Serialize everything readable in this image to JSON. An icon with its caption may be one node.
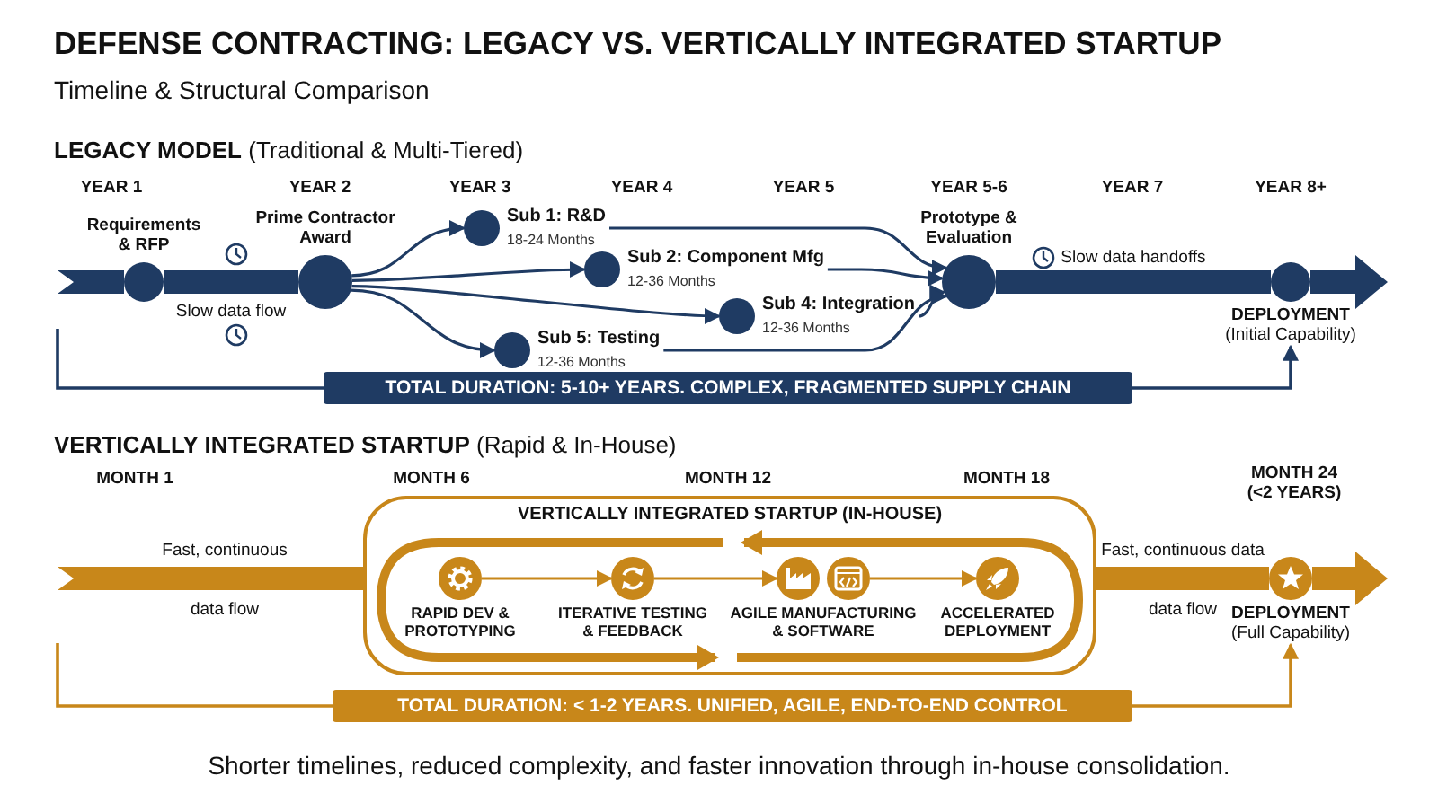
{
  "diagram": {
    "title": "DEFENSE CONTRACTING: LEGACY VS. VERTICALLY INTEGRATED STARTUP",
    "caption": "Shorter timelines, reduced complexity, and faster innovation through in-house consolidation.",
    "nodes": [
      {
        "text": [
          "Requirements & RFP"
        ]
      },
      {
        "text": [
          "Prime Contractor Award"
        ]
      },
      {
        "text": [
          "Sub 1: R&D"
        ],
        "beside": [
          "18-24 Months"
        ]
      },
      {
        "text": [
          "Sub 2: Component Mfg"
        ],
        "beside": [
          "12-36 Months"
        ]
      },
      {
        "text": [
          "Sub 4: Integration"
        ],
        "beside": [
          "12-36 Months"
        ]
      },
      {
        "text": [
          "Sub 5: Testing"
        ],
        "beside": [
          "12-36 Months"
        ]
      },
      {
        "text": [
          "Prototype & Evaluation"
        ]
      },
      {
        "text": [
          "DEPLOYMENT",
          "(Initial Capability)"
        ]
      },
      {
        "text": [
          "TOTAL DURATION: 5-10+ YEARS. COMPLEX, FRAGMENTED SUPPLY CHAIN"
        ]
      },
      {
        "text": [
          "VERTICALLY INTEGRATED STARTUP (IN-HOUSE)"
        ]
      },
      {
        "text": [
          "RAPID DEV & PROTOTYPING"
        ],
        "in": 9
      },
      {
        "text": [
          "ITERATIVE TESTING & FEEDBACK"
        ],
        "in": 9
      },
      {
        "text": [
          "AGILE MANUFACTURING & SOFTWARE"
        ],
        "in": 9
      },
      {
        "text": [
          "ACCELERATED DEPLOYMENT"
        ],
        "in": 9
      },
      {
        "text": [
          "DEPLOYMENT",
          "(Full Capability)"
        ]
      },
      {
        "text": [
          "TOTAL DURATION: < 1-2 YEARS. UNIFIED, AGILE, END-TO-END CONTROL"
        ]
      }
    ],
    "edges": [
      {
        "from": null,
        "to": 0,
        "arrow": "none",
        "style": "thick"
      },
      {
        "from": 0,
        "to": 1,
        "arrow": "none",
        "style": "thick",
        "label": "Slow data flow"
      },
      {
        "from": 1,
        "to": 2,
        "arrow": "to"
      },
      {
        "from": 1,
        "to": 3,
        "arrow": "to"
      },
      {
        "from": 1,
        "to": 4,
        "arrow": "to"
      },
      {
        "from": 1,
        "to": 5,
        "arrow": "to"
      },
      {
        "from": 2,
        "to": 6,
        "arrow": "to"
      },
      {
        "from": 3,
        "to": 6,
        "arrow": "to"
      },
      {
        "from": 4,
        "to": 6,
        "arrow": "to"
      },
      {
        "from": 5,
        "to": 6,
        "arrow": "to"
      },
      {
        "from": 6,
        "to": 7,
        "arrow": "none",
        "style": "thick",
        "label": "Slow data handoffs"
      },
      {
        "from": 7,
        "to": null,
        "arrow": "to",
        "style": "thick"
      },
      {
        "from": 8,
        "to": 7,
        "arrow": "to"
      },
      {
        "from": null,
        "to": 9,
        "arrow": "none",
        "style": "thick",
        "color": "#c8871a"
      },
      {
        "from": 10,
        "to": 11,
        "arrow": "to",
        "color": "#c8871a"
      },
      {
        "from": 11,
        "to": 12,
        "arrow": "to",
        "color": "#c8871a"
      },
      {
        "from": 12,
        "to": 13,
        "arrow": "to",
        "color": "#c8871a"
      },
      {
        "from": 9,
        "to": 14,
        "arrow": "none",
        "style": "thick",
        "color": "#c8871a"
      },
      {
        "from": 14,
        "to": null,
        "arrow": "to",
        "style": "thick",
        "color": "#c8871a"
      },
      {
        "from": 15,
        "to": 14,
        "arrow": "to",
        "color": "#c8871a"
      }
    ],
    "labels": [
      "Timeline & Structural Comparison",
      "**LEGACY MODEL** (Traditional & Multi-Tiered)",
      "YEAR 1",
      "YEAR 2",
      "YEAR 3",
      "YEAR 4",
      "YEAR 5",
      "YEAR 5-6",
      "YEAR 7",
      "YEAR 8+",
      "**VERTICALLY INTEGRATED STARTUP** (Rapid & In-House)",
      "MONTH 1",
      "MONTH 6",
      "MONTH 12",
      "MONTH 18",
      "MONTH 24 (<2 YEARS)",
      "Fast, continuous",
      "data flow",
      "Fast, continuous data",
      "data flow"
    ]
  }
}
